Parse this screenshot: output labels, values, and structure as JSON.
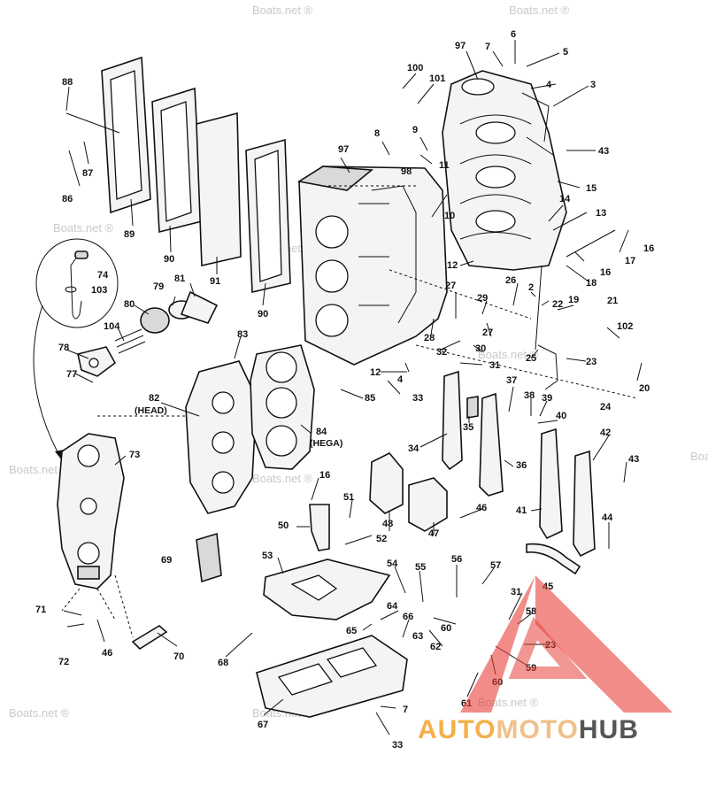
{
  "watermark": {
    "text": "Boats.net",
    "symbol": "®"
  },
  "logo": {
    "part1": "AUTO",
    "part2": "MOTO",
    "part3": "HUB",
    "color_auto": "#f3b04a",
    "color_moto": "#f0c08a",
    "color_hub": "#555555",
    "triangle_color": "#e8403a"
  },
  "labels": {
    "l97a": "97",
    "l7a": "7",
    "l6": "6",
    "l5": "5",
    "l100": "100",
    "l101": "101",
    "l4a": "4",
    "l3": "3",
    "l88": "88",
    "l87": "87",
    "l86": "86",
    "l89": "89",
    "l8": "8",
    "l9": "9",
    "l11": "11",
    "l98": "98",
    "l97b": "97",
    "l43a": "43",
    "l15": "15",
    "l14": "14",
    "l13": "13",
    "l10": "10",
    "l16a": "16",
    "l17": "17",
    "l16b": "16",
    "l18": "18",
    "l12a": "12",
    "l74": "74",
    "l103": "103",
    "l90a": "90",
    "l91": "91",
    "l90b": "90",
    "l2": "2",
    "l26": "26",
    "l19": "19",
    "l27a": "27",
    "l29": "29",
    "l22": "22",
    "l21": "21",
    "l79": "79",
    "l81": "81",
    "l80": "80",
    "l104": "104",
    "l28": "28",
    "l27b": "27",
    "l30": "30",
    "l32": "32",
    "l102": "102",
    "l25": "25",
    "l83": "83",
    "l78": "78",
    "l77": "77",
    "l31a": "31",
    "l23a": "23",
    "l12b": "12",
    "l4b": "4",
    "l85": "85",
    "l33a": "33",
    "l20": "20",
    "l82": "82",
    "l82s": "(HEAD)",
    "l37": "37",
    "l38": "38",
    "l39": "39",
    "l24": "24",
    "l40": "40",
    "l35": "35",
    "l84": "84",
    "l84s": "(HEGA)",
    "l73": "73",
    "l34": "34",
    "l42": "42",
    "l36": "36",
    "l43b": "43",
    "l16c": "16",
    "l51": "51",
    "l46a": "46",
    "l41": "41",
    "l48": "48",
    "l50": "50",
    "l47": "47",
    "l52": "52",
    "l44": "44",
    "l53": "53",
    "l69": "69",
    "l57": "57",
    "l54": "54",
    "l55": "55",
    "l56": "56",
    "l45": "45",
    "l31b": "31",
    "l71": "71",
    "l64": "64",
    "l66": "66",
    "l58": "58",
    "l65": "65",
    "l60a": "60",
    "l62": "62",
    "l63": "63",
    "l23b": "23",
    "l72": "72",
    "l46b": "46",
    "l70": "70",
    "l68": "68",
    "l59": "59",
    "l60b": "60",
    "l61": "61",
    "l7b": "7",
    "l67": "67",
    "l33b": "33"
  }
}
